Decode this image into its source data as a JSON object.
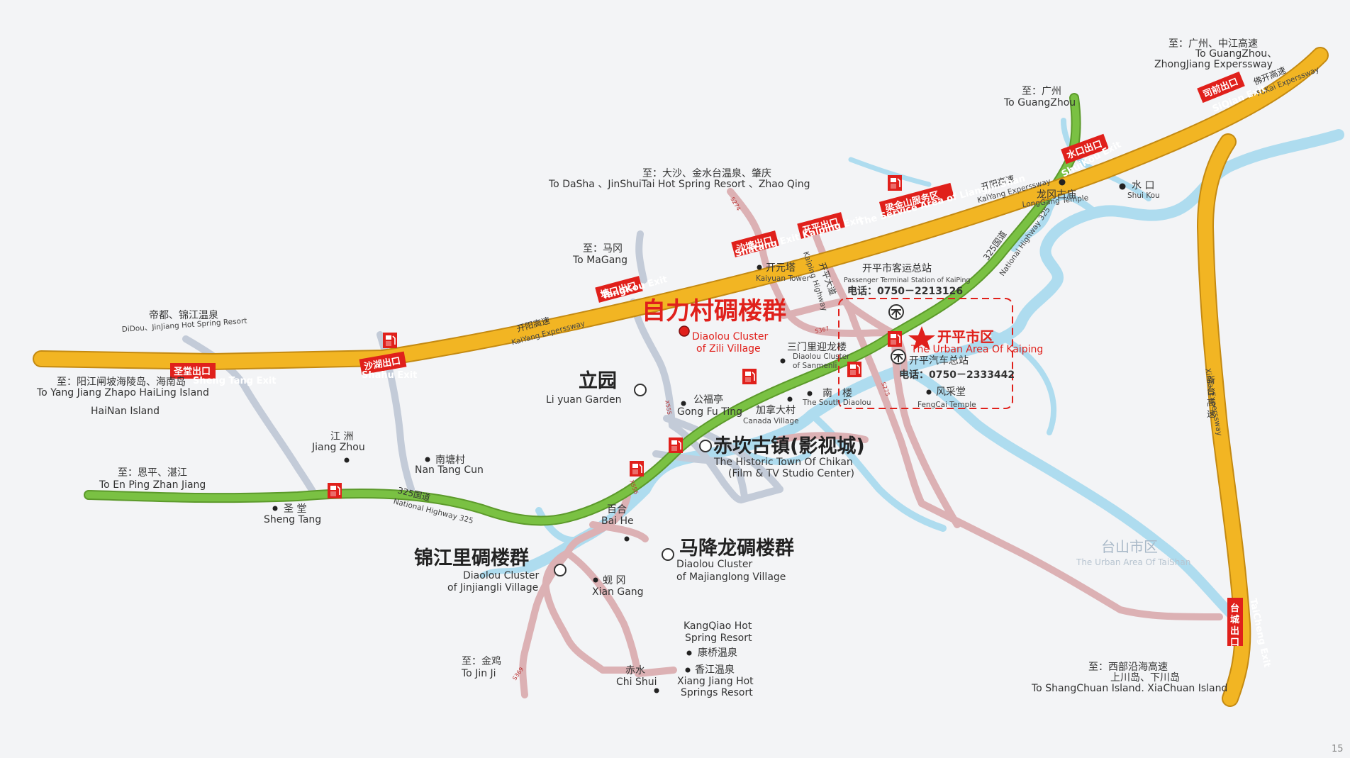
{
  "to_guangzhou_zhongjiang": {
    "cn": "至：广州、中江高速",
    "en1": "To GuangZhou、",
    "en2": "ZhongJiang Experssway"
  },
  "to_guangzhou": {
    "cn": "至：广州",
    "en": "To GuangZhou"
  },
  "to_dasha": {
    "cn": "至：大沙、金水台温泉、肇庆",
    "en": "To DaSha 、JinShuiTai Hot Spring Resort 、Zhao Qing"
  },
  "to_magang": {
    "cn": "至：马冈",
    "en": "To MaGang"
  },
  "didou": {
    "cn": "帝都、锦江温泉",
    "en": "DiDou、JinJiang Hot Spring Resort"
  },
  "to_yangjiang": {
    "cn": "至：阳江闸坡海陵岛、海南岛",
    "en1": "To Yang Jiang Zhapo HaiLing Island",
    "en2": "HaiNan Island"
  },
  "to_enping": {
    "cn": "至：恩平、湛江",
    "en": "To En Ping  Zhan Jiang"
  },
  "to_jinji": {
    "cn": "至：金鸡",
    "en": "To Jin Ji"
  },
  "to_shangchuan": {
    "cn1": "至：西部沿海高速",
    "cn2": "上川岛、下川岛",
    "en": "To  ShangChuan Island. XiaChuan Island"
  },
  "exits": {
    "shengtang": {
      "cn": "圣堂出口",
      "en": "Sheng Tang Exit"
    },
    "shahu": {
      "cn": "沙湖出口",
      "en": "Shahu Exit"
    },
    "tangkou": {
      "cn": "塘口出口",
      "en": "TangKou Exit"
    },
    "shatang": {
      "cn": "沙塘出口",
      "en": "Shatang Exit"
    },
    "kaiping": {
      "cn": "开平出口",
      "en": "Kaiping Exit"
    },
    "liangjinshan": {
      "cn": "梁金山服务区",
      "en": "The Service Area of LiangJinShan"
    },
    "shuikou": {
      "cn": "水口出口",
      "en": "ShuiKou Exit"
    },
    "sigian": {
      "cn": "司前出口",
      "en": "SiQian Exit"
    },
    "taicheng": {
      "cn": "台城出口",
      "en": "TaiCheng Exit"
    }
  },
  "roads": {
    "kaiyang_cn": "开阳高速",
    "kaiyang_en": "KaiYang Experssway",
    "kaiyang2_cn": "开阳高速",
    "kaiyang2_en": "KaiYang Experssway",
    "fokai_cn": "佛开高速",
    "fokai_en": "FoKai Experssway",
    "g325_cn": "325国道",
    "g325_en": "National Highway 325",
    "g325b_cn": "325国道",
    "g325b_en": "National Highway 325",
    "xintai_cn": "新台高速",
    "xintai_en": "XinTai Experssway",
    "kaiping_dadao": "开平大道",
    "kaiping_hwy": "Kaiping Highway",
    "s274": "S274",
    "s367": "S367",
    "s275": "S275",
    "x555": "X555",
    "x556": "X556",
    "s369": "S369"
  },
  "places": {
    "zili": {
      "cn": "自力村碉楼群",
      "en1": "Diaolou Cluster",
      "en2": "of Zili Village"
    },
    "liyuan": {
      "cn": "立园",
      "en": "Li yuan Garden"
    },
    "chikan": {
      "cn": "赤坎古镇(影视城)",
      "en1": "The Historic Town Of Chikan",
      "en2": "(Film & TV Studio Center)"
    },
    "jinjiangli": {
      "cn": "锦江里碉楼群",
      "en1": "Diaolou Cluster",
      "en2": "of Jinjiangli Village"
    },
    "majianglong": {
      "cn": "马降龙碉楼群",
      "en1": "Diaolou Cluster",
      "en2": "of Majianglong Village"
    },
    "kaiping_urban": {
      "cn": "开平市区",
      "en": "The Urban Area Of Kaiping"
    },
    "kaiyuan": {
      "cn": "开元塔",
      "en": "Kaiyuan Tower"
    },
    "sanmenli": {
      "cn": "三门里迎龙楼",
      "en1": "Diaolou Cluster",
      "en2": "of Sanmenli"
    },
    "gongfu": {
      "cn": "公福亭",
      "en": "Gong Fu Ting"
    },
    "canada": {
      "cn": "加拿大村",
      "en": "Canada Village"
    },
    "nanlou": {
      "cn": "南　楼",
      "en": "The South Diaolou"
    },
    "fengcai": {
      "cn": "风采堂",
      "en": "FengCai Temple"
    },
    "longgang": {
      "cn": "龙冈古庙",
      "en": "LongGang Temple"
    },
    "shuikou": {
      "cn": "水 口",
      "en": "Shui Kou"
    },
    "jiangzhou": {
      "cn": "江 洲",
      "en": "Jiang Zhou"
    },
    "nantang": {
      "cn": "南塘村",
      "en": "Nan Tang Cun"
    },
    "shengtang": {
      "cn": "圣 堂",
      "en": "Sheng Tang"
    },
    "baihe": {
      "cn": "百合",
      "en": "Bai He"
    },
    "xiangang": {
      "cn": "蚬 冈",
      "en": "Xian Gang"
    },
    "chishui": {
      "cn": "赤水",
      "en": "Chi Shui"
    },
    "kangqiao": {
      "en1": "KangQiao Hot",
      "en2": "Spring Resort",
      "cn": "康桥温泉"
    },
    "xiangjiang": {
      "cn": "香江温泉",
      "en1": "Xiang Jiang Hot",
      "en2": "Springs Resort"
    },
    "taishan": {
      "cn": "台山市区",
      "en": "The Urban Area Of TaiShan"
    }
  },
  "stations": {
    "terminal": {
      "cn": "开平市客运总站",
      "en": "Passenger Terminal Station of KaiPing",
      "tel": "电话：0750－2213126"
    },
    "auto": {
      "cn": "开平汽车总站",
      "tel": "电话：0750－2333442"
    }
  },
  "page_number": "15",
  "colors": {
    "expressway": "#f2b523",
    "national": "#7ac143",
    "provincial": "#dcb1b4",
    "county": "#c3cbd8",
    "river": "#aedcef",
    "accent": "#e0201b"
  }
}
